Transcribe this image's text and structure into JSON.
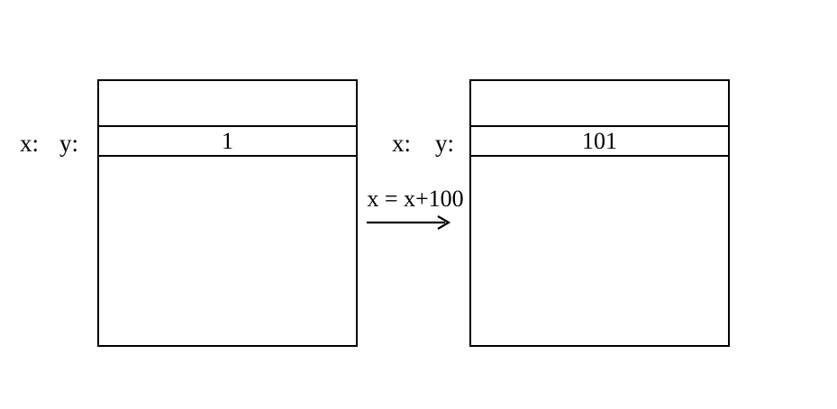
{
  "page": {
    "background_color": "#ffffff",
    "line_color": "#000000"
  },
  "before_state": {
    "x_label": "x:",
    "y_label": "y:",
    "cell_value": "1"
  },
  "after_state": {
    "x_label": "x:",
    "y_label": "y:",
    "cell_value": "101"
  },
  "transition": {
    "label": "x = x+100",
    "arrow_icon": "right-arrow"
  }
}
